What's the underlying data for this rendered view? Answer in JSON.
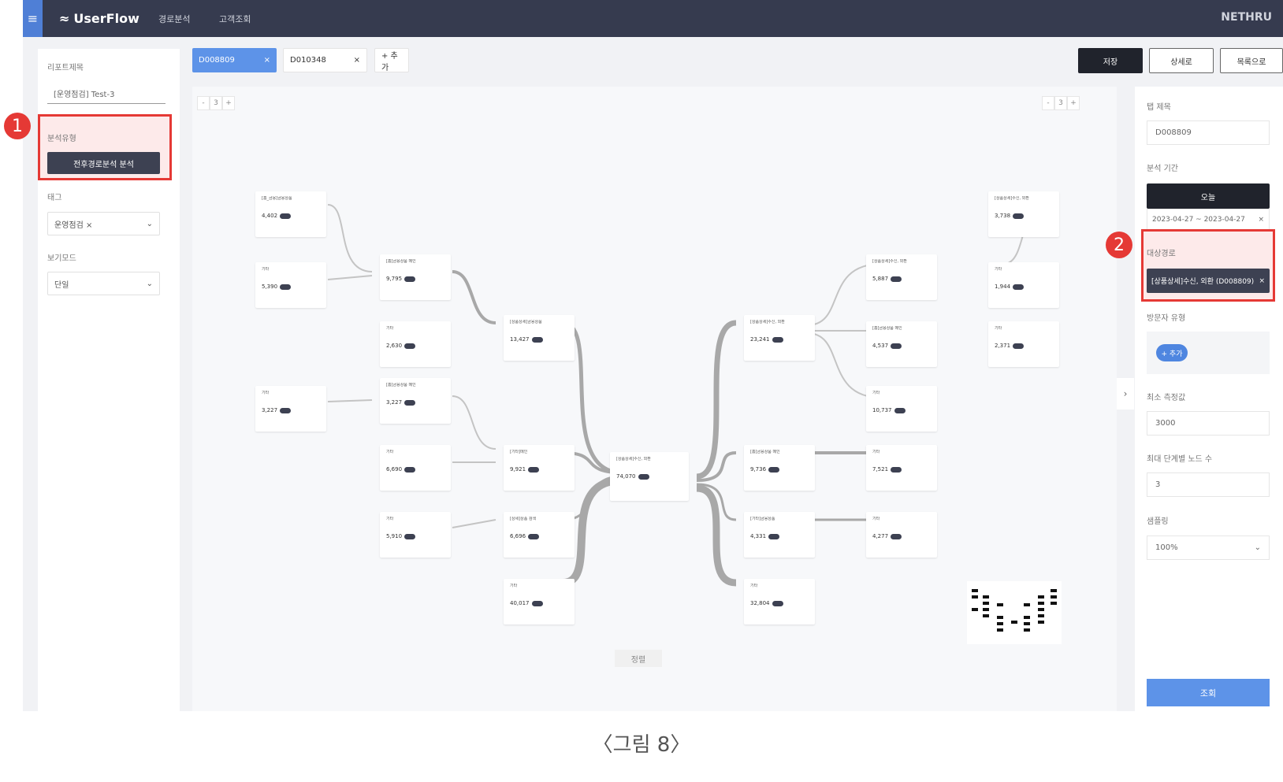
{
  "topbar": {
    "logo": "UserFlow",
    "nav": [
      "경로분석",
      "고객조회"
    ],
    "brand": "NETHRU"
  },
  "left": {
    "report_title_label": "리포트제목",
    "report_title_value": "[운영점검] Test-3",
    "analysis_type_label": "분석유형",
    "analysis_type_button": "전후경로분석 분석",
    "tag_label": "태그",
    "tag_chip": "운영점검",
    "view_mode_label": "보기모드",
    "view_mode_value": "단일"
  },
  "tabs": [
    {
      "label": "D008809",
      "active": true
    },
    {
      "label": "D010348",
      "active": false
    },
    {
      "label": "+ 추가",
      "active": false
    }
  ],
  "actions": {
    "save": "저장",
    "detail": "상세로",
    "list": "목록으로"
  },
  "zoom": {
    "left": "3",
    "right": "3"
  },
  "center_node": {
    "title": "[상품상세]수신, 외환",
    "value": "74,070"
  },
  "nodes": [
    {
      "title": "[홈_금융]금융상품",
      "value": "4,402"
    },
    {
      "title": "기타",
      "value": "5,390"
    },
    {
      "title": "[홈]금융상품 메인",
      "value": "9,795"
    },
    {
      "title": "기타",
      "value": "2,630"
    },
    {
      "title": "[홈]금융상품 메인",
      "value": "3,227"
    },
    {
      "title": "기타",
      "value": "3,227"
    },
    {
      "title": "기타",
      "value": "6,690"
    },
    {
      "title": "기타",
      "value": "5,910"
    },
    {
      "title": "[상품상세]금융상품",
      "value": "13,427"
    },
    {
      "title": "[기타]메인",
      "value": "9,921"
    },
    {
      "title": "[상세]상품 검색",
      "value": "6,696"
    },
    {
      "title": "기타",
      "value": "40,017"
    },
    {
      "title": "[상품상세]수신, 외환",
      "value": "23,241"
    },
    {
      "title": "[홈]금융상품 메인",
      "value": "9,736"
    },
    {
      "title": "[기타]금융상품",
      "value": "4,331"
    },
    {
      "title": "기타",
      "value": "32,804"
    },
    {
      "title": "[상품상세]수신, 외환",
      "value": "5,887"
    },
    {
      "title": "[홈]금융상품 메인",
      "value": "4,537"
    },
    {
      "title": "기타",
      "value": "10,737"
    },
    {
      "title": "기타",
      "value": "7,521"
    },
    {
      "title": "기타",
      "value": "4,277"
    },
    {
      "title": "[상품상세]수신, 외환",
      "value": "3,738"
    },
    {
      "title": "기타",
      "value": "1,944"
    },
    {
      "title": "기타",
      "value": "2,371"
    }
  ],
  "right": {
    "tab_title_label": "탭 제목",
    "tab_title_value": "D008809",
    "period_label": "분석 기간",
    "today": "오늘",
    "date_range": "2023-04-27 ~ 2023-04-27",
    "target_path_label": "대상경로",
    "target_path_value": "[상품상세]수신, 외환 (D008809)",
    "visitor_type_label": "방문자 유형",
    "add": "+ 추가",
    "min_label": "최소 측정값",
    "min_value": "3000",
    "max_nodes_label": "최대 단계별 노드 수",
    "max_nodes_value": "3",
    "sampling_label": "샘플링",
    "sampling_value": "100%",
    "query_button": "조회"
  },
  "graph_footer": "정렬",
  "caption": "〈그림 8〉",
  "markers": {
    "m1": "1",
    "m2": "2"
  }
}
